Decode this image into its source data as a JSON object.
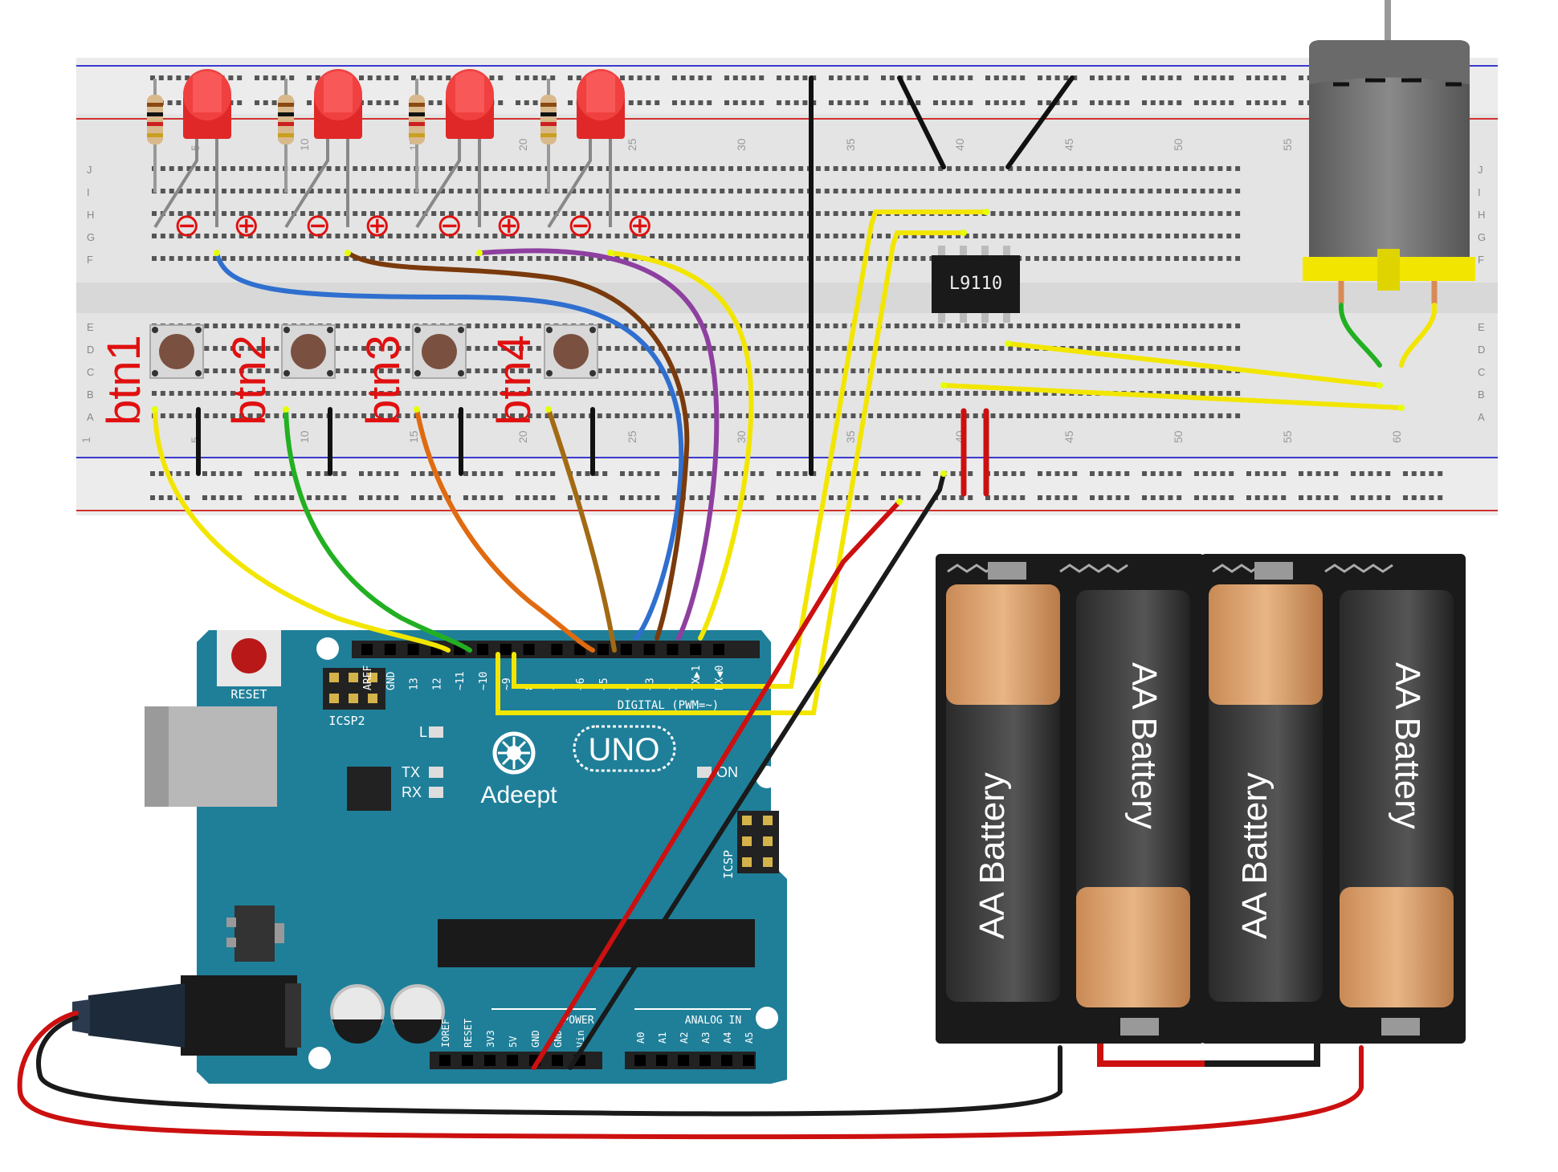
{
  "breadboard": {
    "top_columns": [
      "5",
      "10",
      "15",
      "20",
      "25",
      "30",
      "35",
      "40",
      "45",
      "50",
      "55"
    ],
    "bottom_columns": [
      "1",
      "5",
      "10",
      "15",
      "20",
      "25",
      "30",
      "35",
      "40",
      "45",
      "50",
      "55",
      "60"
    ],
    "row_letters_upper": [
      "J",
      "I",
      "H",
      "G",
      "F"
    ],
    "row_letters_lower": [
      "E",
      "D",
      "C",
      "B",
      "A"
    ]
  },
  "buttons": {
    "labels": [
      "btn1",
      "btn2",
      "btn3",
      "btn4"
    ]
  },
  "led_markers": {
    "minus": "⊖",
    "plus": "⊕"
  },
  "chip": {
    "label": "L9110"
  },
  "arduino": {
    "reset_label": "RESET",
    "icsp2_label": "ICSP2",
    "icsp_label": "ICSP",
    "brand": "Adeept",
    "model": "UNO",
    "led_l": "L",
    "led_tx": "TX",
    "led_rx": "RX",
    "led_on": "ON",
    "digital_label": "DIGITAL (PWM=~)",
    "digital_pins": [
      "AREF",
      "GND",
      "13",
      "12",
      "~11",
      "~10",
      "~9",
      "8",
      "7",
      "~6",
      "~5",
      "4",
      "~3",
      "2",
      "TX▶1",
      "RX◀0"
    ],
    "power_label": "POWER",
    "analog_label": "ANALOG IN",
    "power_pins": [
      "IOREF",
      "RESET",
      "3V3",
      "5V",
      "GND",
      "GND",
      "Vin"
    ],
    "analog_pins": [
      "A0",
      "A1",
      "A2",
      "A3",
      "A4",
      "A5"
    ]
  },
  "batteries": {
    "labels": [
      "AA Battery",
      "AA Battery",
      "AA Battery",
      "AA Battery"
    ]
  },
  "colors": {
    "board_blue": "#1f7f99",
    "breadboard": "#e4e4e4",
    "wire_yellow": "#f2e600",
    "wire_green": "#22b022",
    "wire_orange": "#e06a10",
    "wire_brown_light": "#a36a14",
    "wire_blue": "#2f6fcf",
    "wire_brown": "#7a3a0c",
    "wire_purple": "#8e3fa0",
    "wire_red": "#cc1010",
    "wire_black": "#1a1a1a",
    "label_red": "#e01010"
  }
}
